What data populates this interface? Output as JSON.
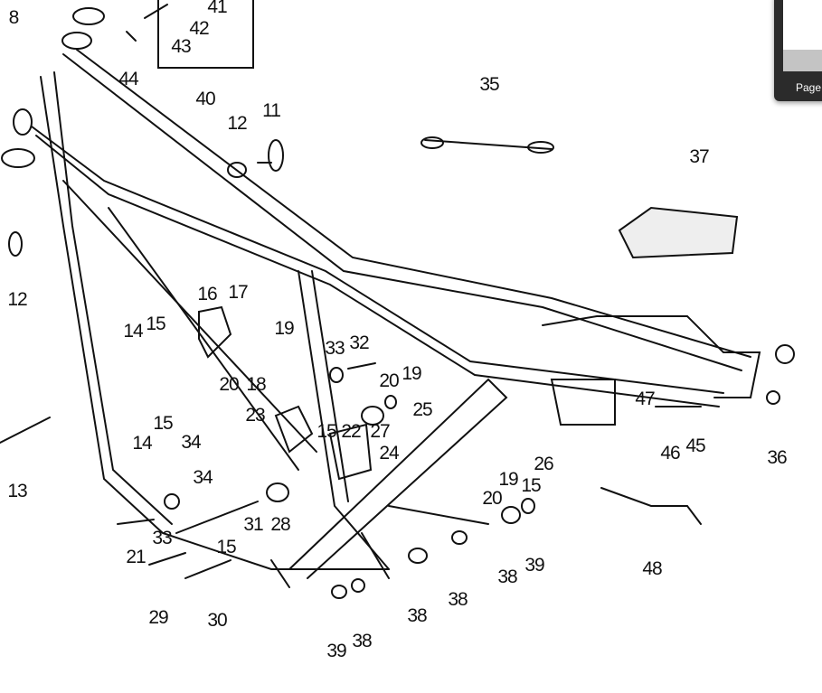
{
  "diagram": {
    "part_labels": [
      "8",
      "41",
      "42",
      "43",
      "44",
      "40",
      "35",
      "12",
      "11",
      "37",
      "12",
      "16",
      "17",
      "19",
      "14",
      "15",
      "33",
      "32",
      "20",
      "19",
      "25",
      "20",
      "18",
      "23",
      "15",
      "22",
      "27",
      "24",
      "14",
      "15",
      "34",
      "34",
      "13",
      "47",
      "46",
      "45",
      "36",
      "26",
      "19",
      "15",
      "20",
      "31",
      "28",
      "33",
      "21",
      "15",
      "29",
      "30",
      "48",
      "38",
      "39",
      "38",
      "38",
      "39",
      "38"
    ]
  },
  "thumbnail_panel": {
    "label": "Page"
  },
  "colors": {
    "line": "#111111",
    "panel": "#2b2b2b"
  }
}
